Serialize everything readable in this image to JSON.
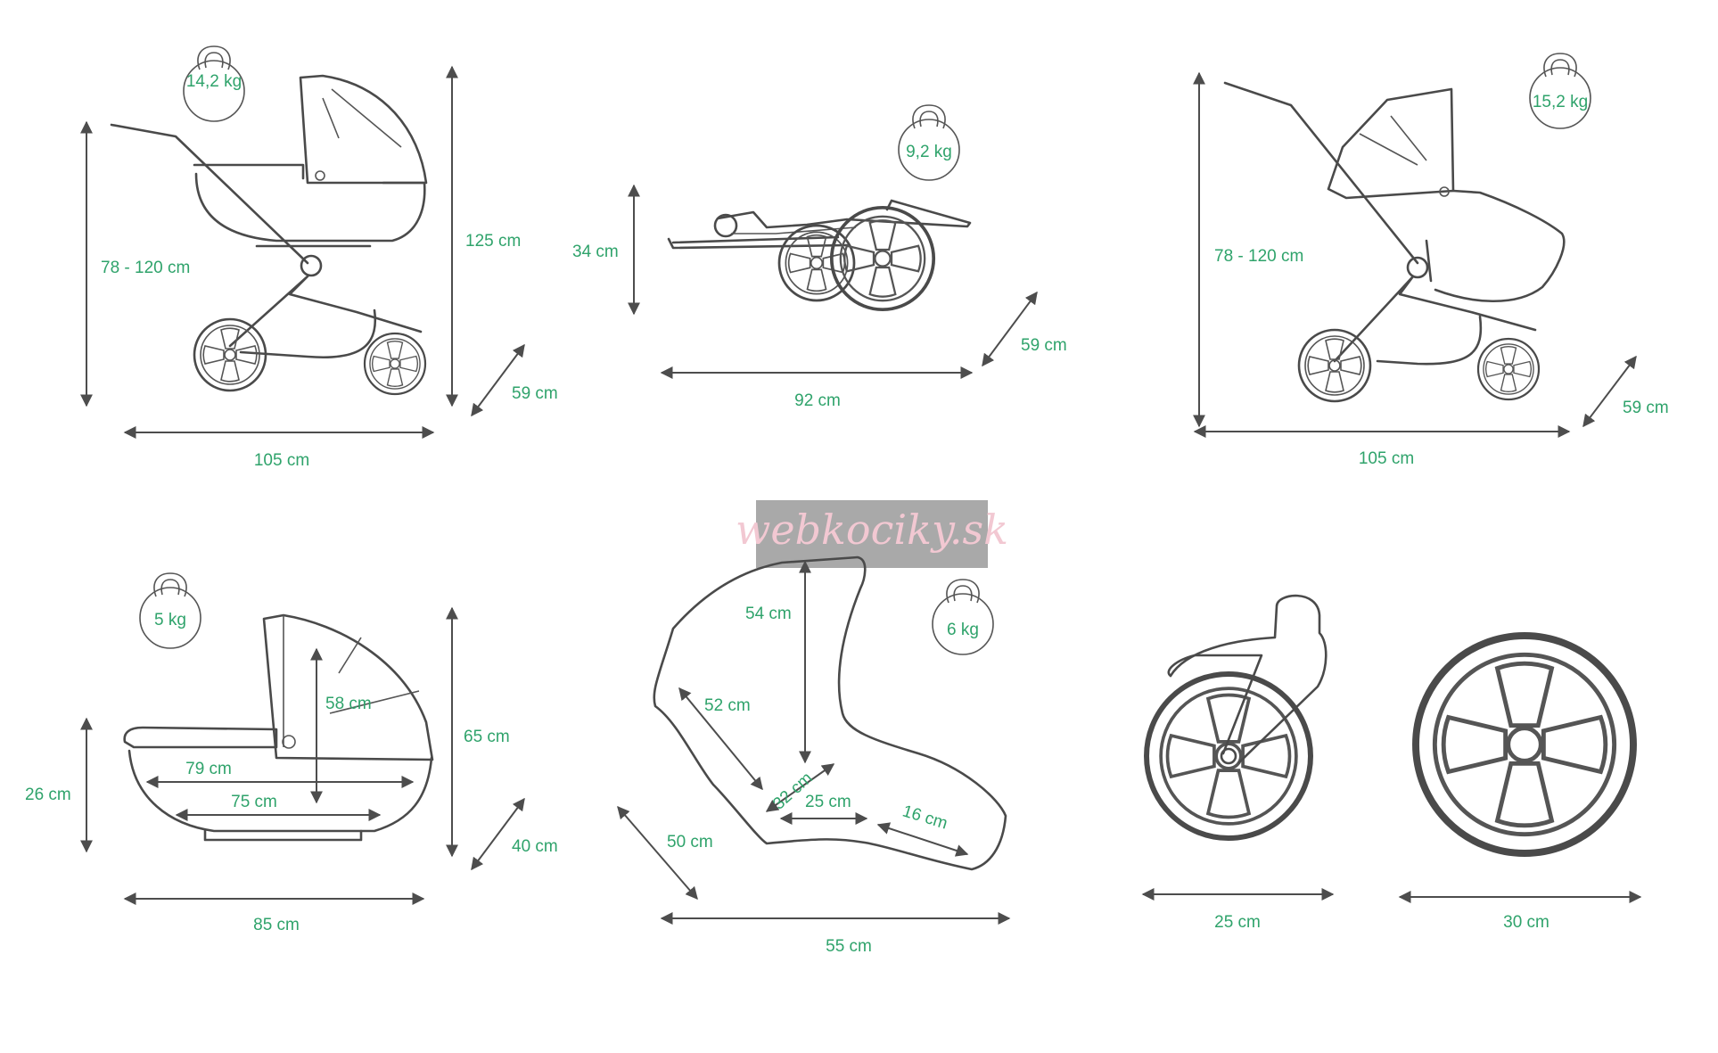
{
  "panels": {
    "pram": {
      "weight": "14,2 kg",
      "height_range": "78 - 120 cm",
      "height": "125 cm",
      "width": "59 cm",
      "length": "105 cm"
    },
    "folded": {
      "weight": "9,2 kg",
      "height": "34 cm",
      "width": "59 cm",
      "length": "92 cm"
    },
    "stroller": {
      "weight": "15,2 kg",
      "height_range": "78 - 120 cm",
      "width": "59 cm",
      "length": "105 cm"
    },
    "carrycot": {
      "weight": "5 kg",
      "outer_height": "26 cm",
      "inner_length_top": "79 cm",
      "inner_length_bottom": "75 cm",
      "hood_height": "58 cm",
      "height": "65 cm",
      "width": "40 cm",
      "length": "85 cm"
    },
    "seat": {
      "weight": "6 kg",
      "back_height": "54 cm",
      "back_length": "52 cm",
      "seat_depth": "32 cm",
      "seat_length": "25 cm",
      "footrest": "16 cm",
      "width": "50 cm",
      "length": "55 cm"
    },
    "wheels": {
      "front": "25 cm",
      "rear": "30 cm"
    }
  },
  "watermark": "webkociky.sk",
  "colors": {
    "label": "#2fa36b",
    "line": "#4a4a4a",
    "watermark_bg": "#a9a9a9"
  }
}
